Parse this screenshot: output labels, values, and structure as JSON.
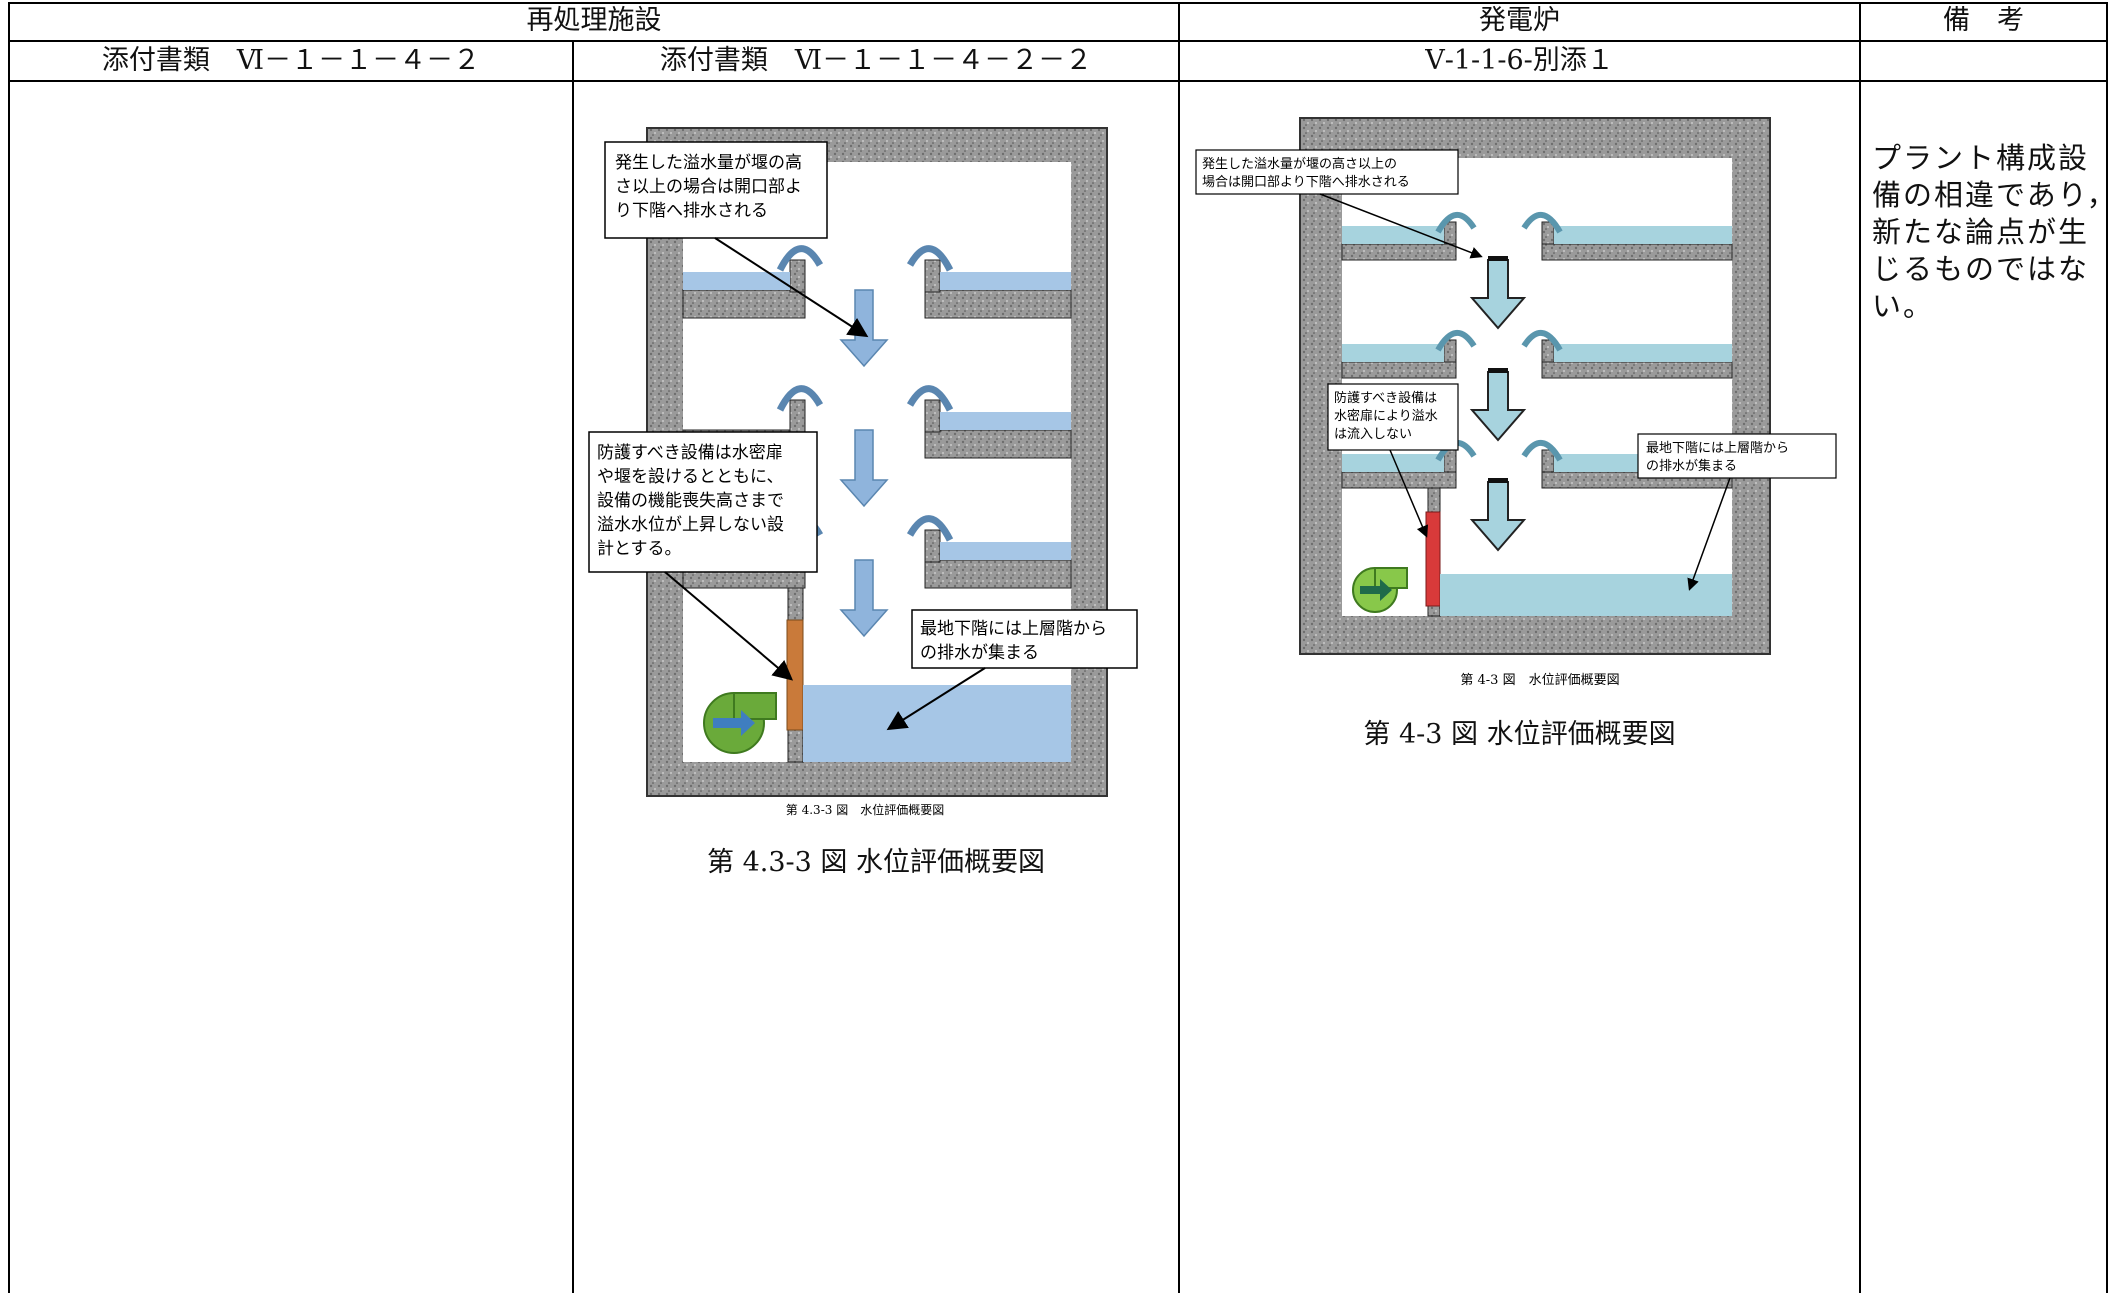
{
  "header": {
    "reprocessing": "再処理施設",
    "power_reactor": "発電炉",
    "remarks": "備　考"
  },
  "subheader": {
    "col1": "添付書類　Ⅵ－１－１－４－２",
    "col2": "添付書類　Ⅵ－１－１－４－２－２",
    "col3": "Ⅴ-1-1-6-別添１"
  },
  "left_figure": {
    "callout_top": [
      "発生した溢水量が堰の高",
      "さ以上の場合は開口部よ",
      "り下階へ排水される"
    ],
    "callout_mid": [
      "防護すべき設備は水密扉",
      "や堰を設けるとともに、",
      "設備の機能喪失高さまで",
      "溢水水位が上昇しない設",
      "計とする。"
    ],
    "callout_bottom": [
      "最地下階には上層階から",
      "の排水が集まる"
    ],
    "inner_caption": "第 4.3-3 図　水位評価概要図",
    "caption": "第 4.3-3 図 水位評価概要図"
  },
  "right_figure": {
    "callout_top": [
      "発生した溢水量が堰の高さ以上の",
      "場合は開口部より下階へ排水される"
    ],
    "callout_mid": [
      "防護すべき設備は",
      "水密扉により溢水",
      "は流入しない"
    ],
    "callout_bottom": [
      "最地下階には上層階から",
      "の排水が集まる"
    ],
    "inner_caption": "第 4-3 図　水位評価概要図",
    "caption": "第 4-3 図 水位評価概要図"
  },
  "remarks_text": [
    "プラント構成設",
    "備の相違であり，",
    "新たな論点が生",
    "じるものではな",
    "い。"
  ]
}
